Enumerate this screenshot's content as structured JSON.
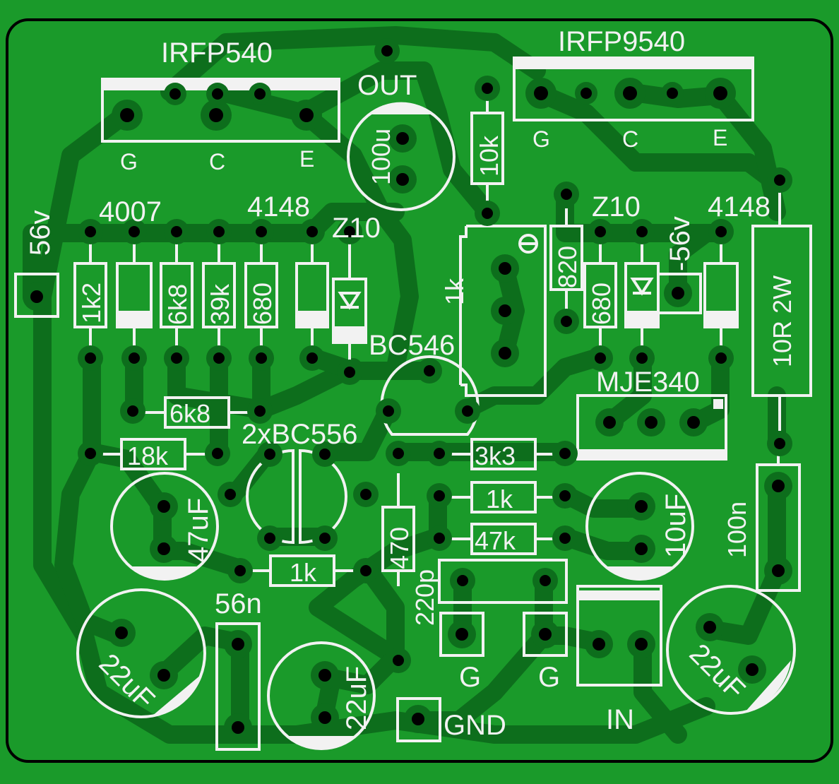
{
  "colors": {
    "board": "#1a9a2a",
    "copper": "#0d6e1c",
    "silkscreen": "#f2f2f2",
    "drill": "#000000",
    "outline": "#000000"
  },
  "components": {
    "q_top_left": {
      "part": "IRFP540",
      "pins": [
        "G",
        "C",
        "E"
      ]
    },
    "q_top_right": {
      "part": "IRFP9540",
      "pins": [
        "G",
        "C",
        "E"
      ]
    },
    "out_label": "OUT",
    "c_100u": "100u",
    "r_10k": "10k",
    "supply_pos": "56v",
    "supply_neg": "-56v",
    "d_4007": "4007",
    "d_4148_left": "4148",
    "d_4148_right": "4148",
    "z_left": "Z10",
    "z_right": "Z10",
    "r_1k2": "1k2",
    "r_6k8_v": "6k8",
    "r_39k": "39k",
    "r_680_left": "680",
    "r_680_right": "680",
    "r_820": "820",
    "trimmer_1k": "1k",
    "q_bc546": "BC546",
    "q_mje340": "MJE340",
    "r_10r2w": "10R 2W",
    "r_6k8_h": "6k8",
    "r_18k": "18k",
    "q_pair": "2xBC556",
    "r_3k3": "3k3",
    "r_1k_mid": "1k",
    "r_47k": "47k",
    "r_470": "470",
    "c_220p": "220p",
    "c_47uf": "47uF",
    "c_10uf": "10uF",
    "c_100n": "100n",
    "r_1k_bottom": "1k",
    "c_56n": "56n",
    "c_22uf_left": "22uF",
    "c_22uf_mid": "22uF",
    "c_22uf_right": "22uF",
    "g_left": "G",
    "g_right": "G",
    "gnd": "GND",
    "in_label": "IN"
  }
}
